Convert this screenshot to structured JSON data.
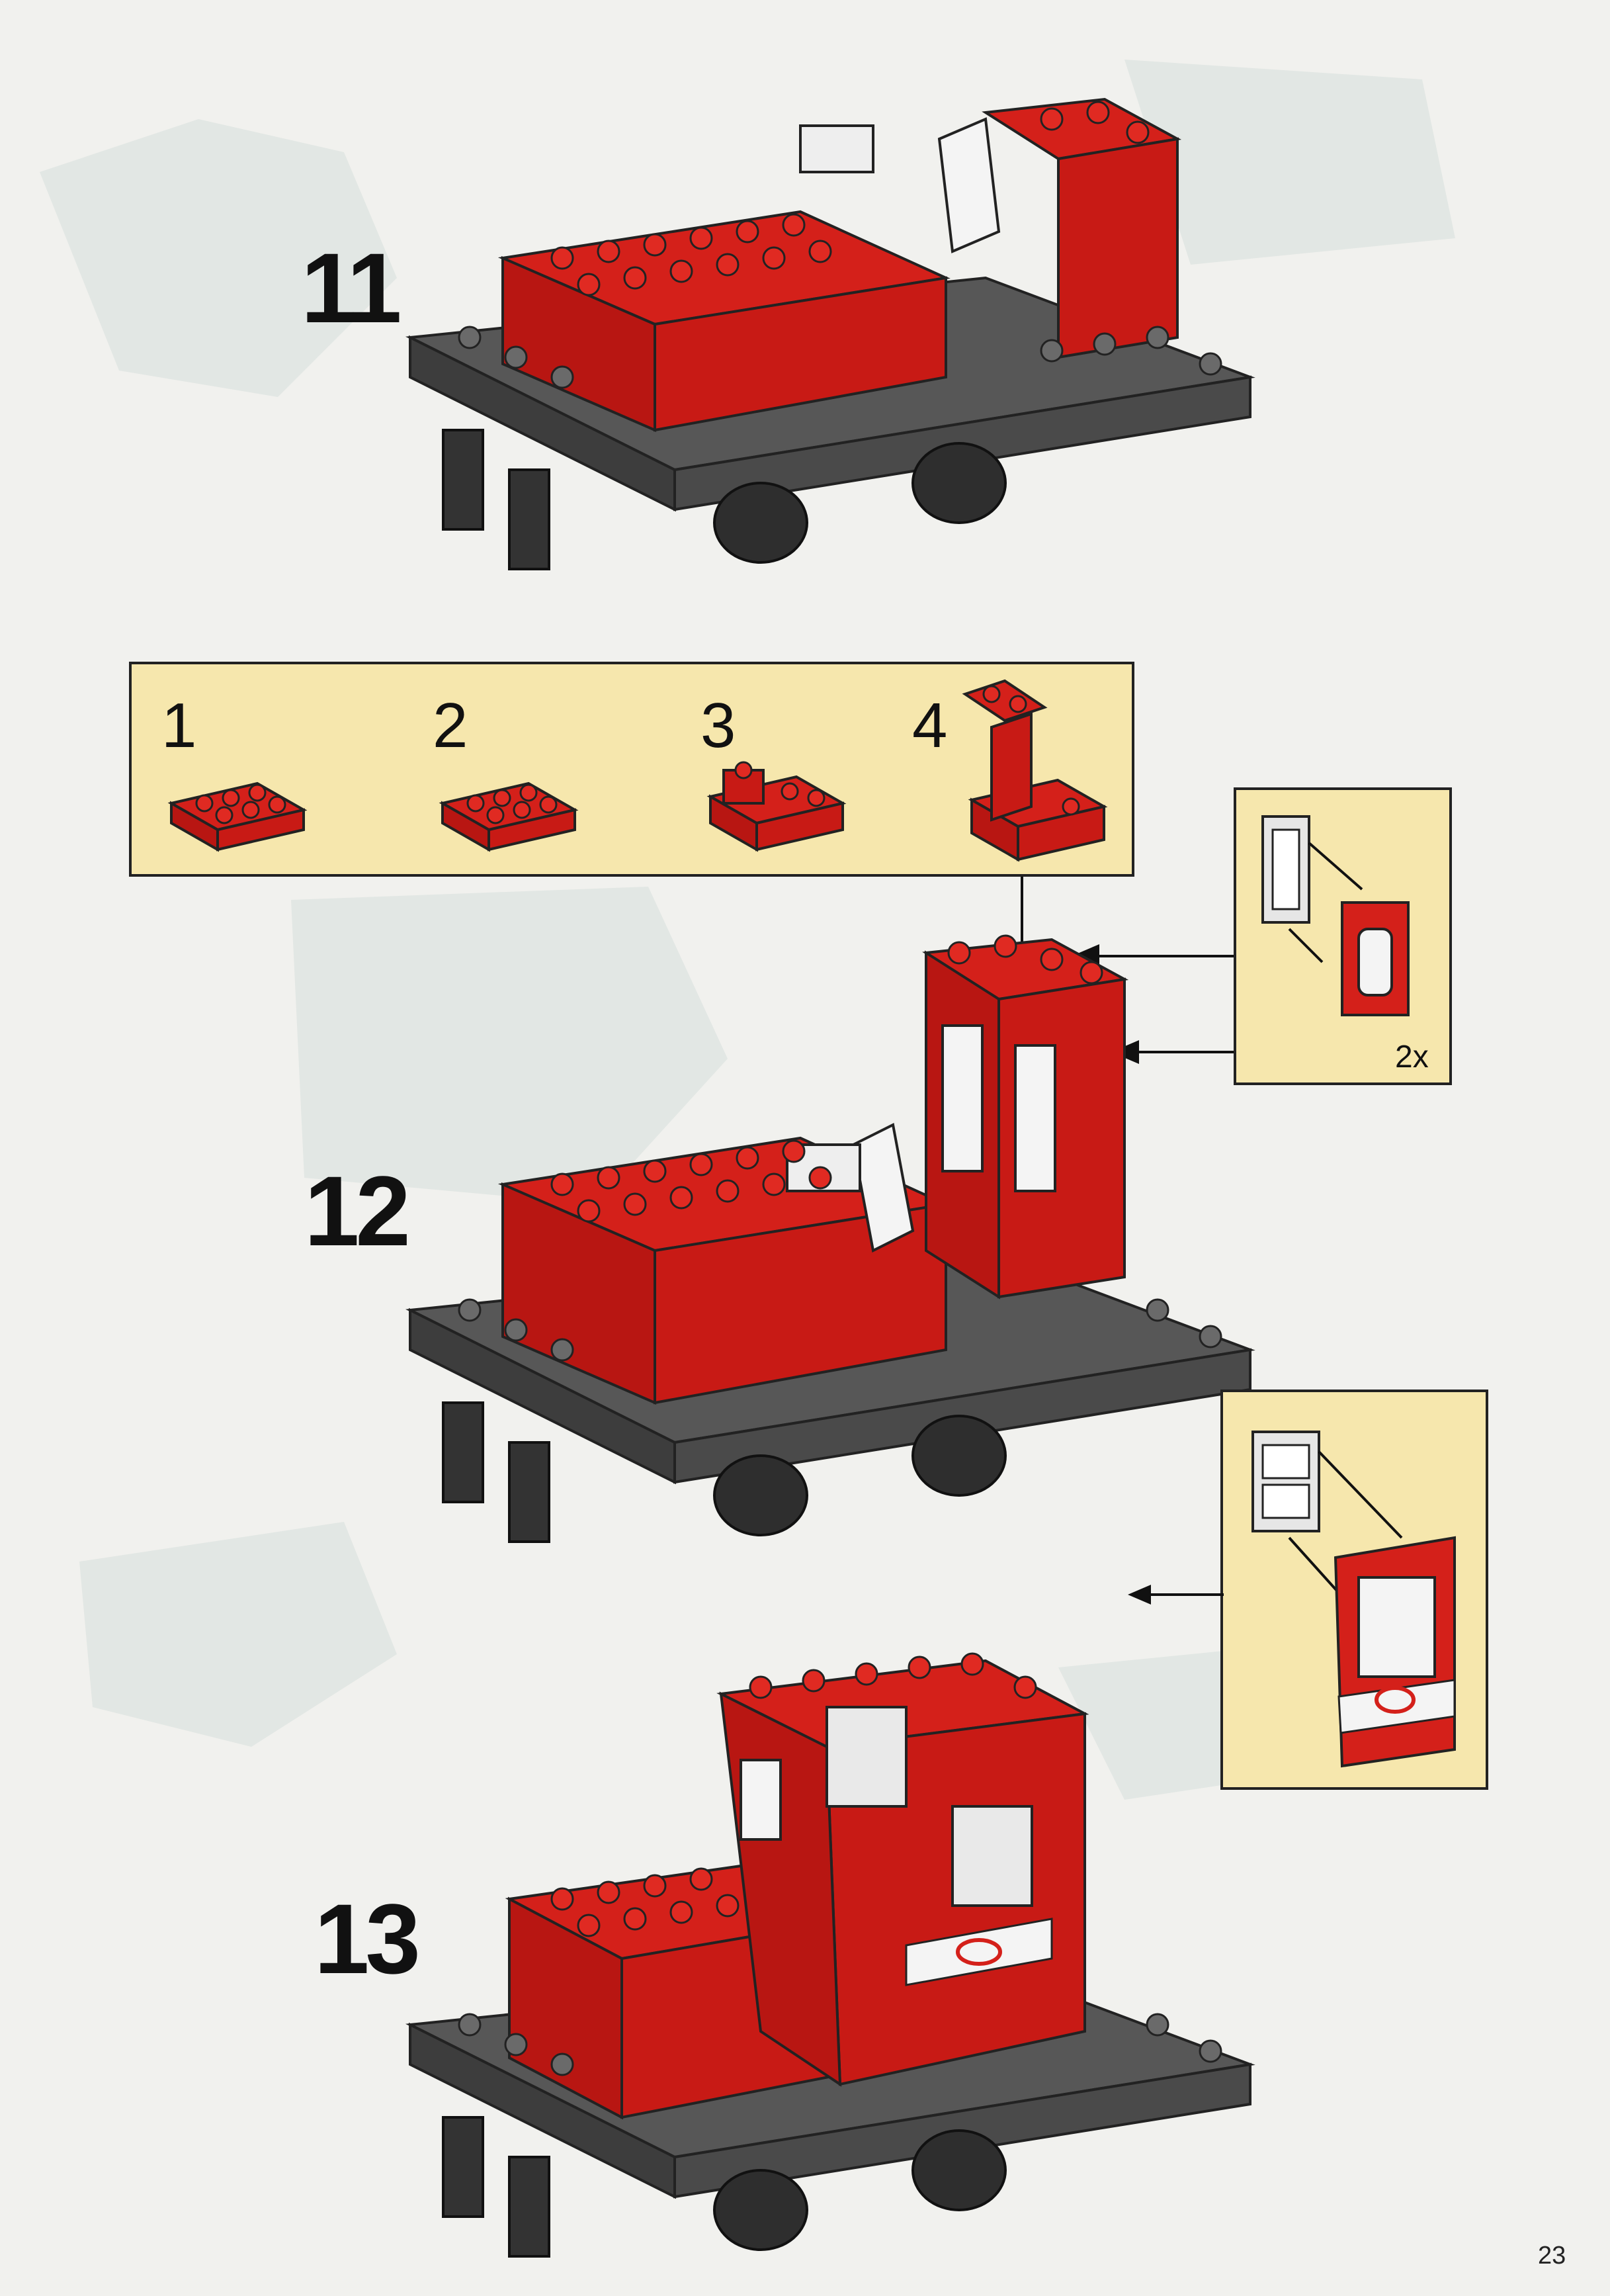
{
  "steps": [
    {
      "number": "11"
    },
    {
      "number": "12"
    },
    {
      "number": "13"
    }
  ],
  "substeps": [
    {
      "number": "1"
    },
    {
      "number": "2"
    },
    {
      "number": "3"
    },
    {
      "number": "4"
    }
  ],
  "callouts": {
    "window_multiplier": "2x"
  },
  "page": {
    "number": "23"
  },
  "colors": {
    "brick_red": "#d4201a",
    "plate_gray": "#555555",
    "callout_yellow": "#f6e7ad",
    "page_bg": "#f1f1ee"
  }
}
